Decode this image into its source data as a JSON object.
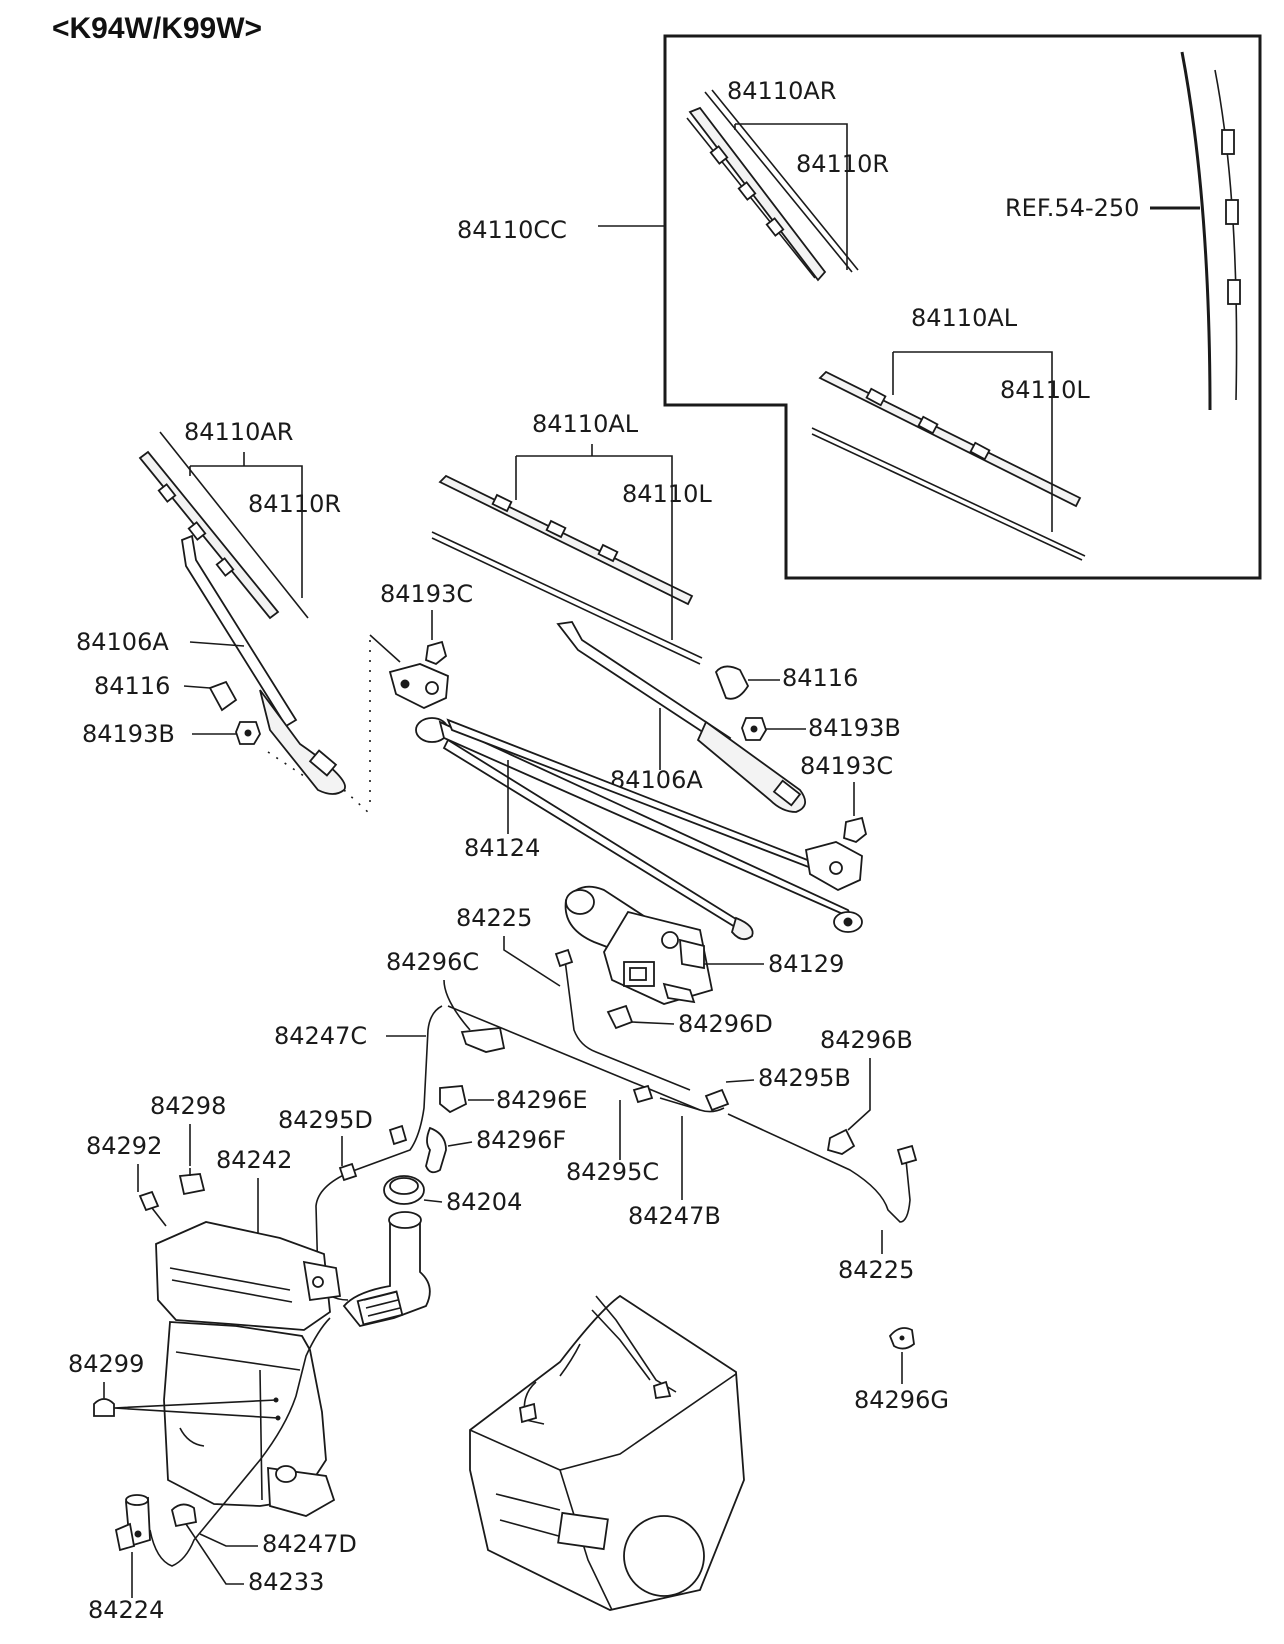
{
  "title": "<K94W/K99W>",
  "labels": {
    "inset_84110AR": "84110AR",
    "inset_84110R": "84110R",
    "inset_84110CC": "84110CC",
    "inset_ref": "REF.54-250",
    "inset_84110AL": "84110AL",
    "inset_84110L": "84110L",
    "main_84110AR": "84110AR",
    "main_84110R": "84110R",
    "main_84110AL": "84110AL",
    "main_84110L": "84110L",
    "l_84193C_a": "84193C",
    "l_84106A_a": "84106A",
    "l_84116_a": "84116",
    "l_84193B_a": "84193B",
    "l_84116_b": "84116",
    "l_84193B_b": "84193B",
    "l_84106A_b": "84106A",
    "l_84193C_b": "84193C",
    "l_84124": "84124",
    "l_84225_a": "84225",
    "l_84129": "84129",
    "l_84296C": "84296C",
    "l_84296D": "84296D",
    "l_84247C": "84247C",
    "l_84296B": "84296B",
    "l_84295B": "84295B",
    "l_84296E": "84296E",
    "l_84298": "84298",
    "l_84295D": "84295D",
    "l_84292": "84292",
    "l_84296F": "84296F",
    "l_84242": "84242",
    "l_84295C": "84295C",
    "l_84204": "84204",
    "l_84247B": "84247B",
    "l_84225_b": "84225",
    "l_84299": "84299",
    "l_84296G": "84296G",
    "l_84247D": "84247D",
    "l_84233": "84233",
    "l_84224": "84224"
  }
}
